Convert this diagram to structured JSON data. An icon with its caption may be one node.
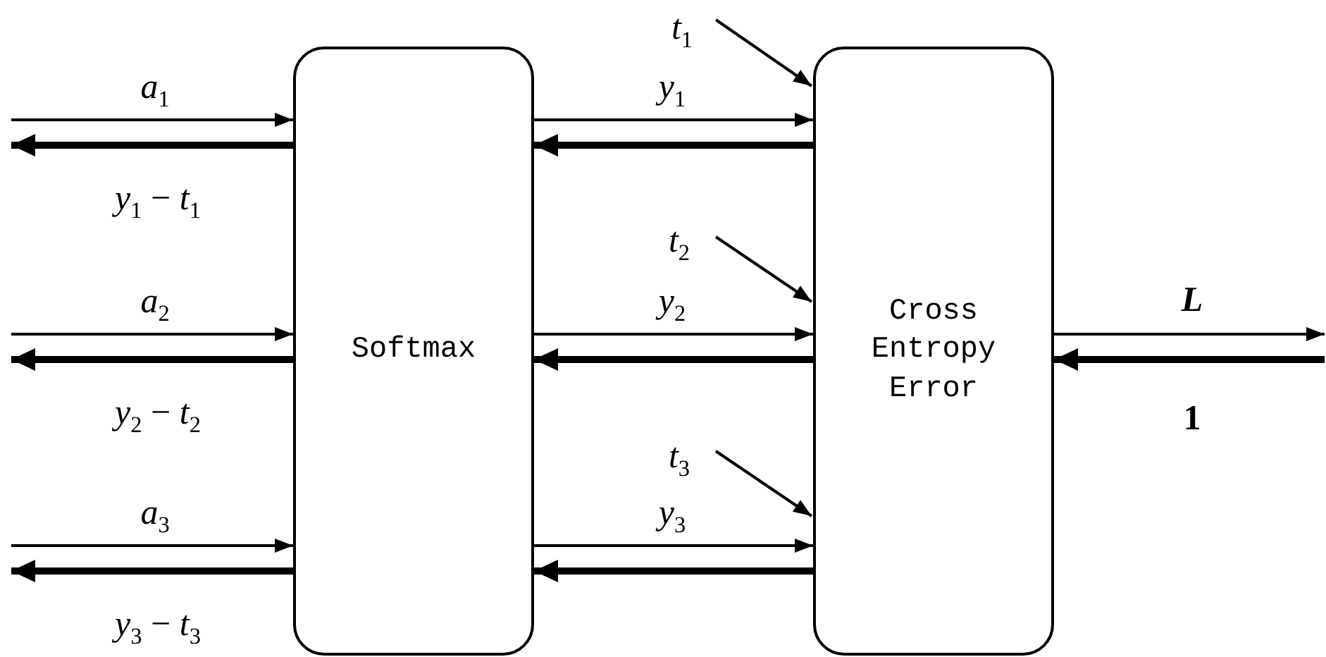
{
  "diagram": {
    "nodes": [
      {
        "text": [
          "Softmax"
        ]
      },
      {
        "text": [
          "Cross Entropy Error"
        ]
      }
    ],
    "edges": [
      {
        "from": null,
        "to": 0,
        "arrow": "to",
        "label": "*a*$_{1}$"
      },
      {
        "from": 0,
        "to": null,
        "arrow": "to",
        "style": "thick",
        "label": "*y*$_{1}$ − *t*$_{1}$"
      },
      {
        "from": null,
        "to": 0,
        "arrow": "to",
        "label": "*a*$_{2}$"
      },
      {
        "from": 0,
        "to": null,
        "arrow": "to",
        "style": "thick",
        "label": "*y*$_{2}$ − *t*$_{2}$"
      },
      {
        "from": null,
        "to": 0,
        "arrow": "to",
        "label": "*a*$_{3}$"
      },
      {
        "from": 0,
        "to": null,
        "arrow": "to",
        "style": "thick",
        "label": "*y*$_{3}$ − *t*$_{3}$"
      },
      {
        "from": 0,
        "to": 1,
        "arrow": "to",
        "label": "*y*$_{1}$"
      },
      {
        "from": 1,
        "to": 0,
        "arrow": "to",
        "style": "thick"
      },
      {
        "from": 0,
        "to": 1,
        "arrow": "to",
        "label": "*y*$_{2}$"
      },
      {
        "from": 1,
        "to": 0,
        "arrow": "to",
        "style": "thick"
      },
      {
        "from": 0,
        "to": 1,
        "arrow": "to",
        "label": "*y*$_{3}$"
      },
      {
        "from": 1,
        "to": 0,
        "arrow": "to",
        "style": "thick"
      },
      {
        "from": null,
        "to": 1,
        "arrow": "to",
        "label": "*t*$_{1}$"
      },
      {
        "from": null,
        "to": 1,
        "arrow": "to",
        "label": "*t*$_{2}$"
      },
      {
        "from": null,
        "to": 1,
        "arrow": "to",
        "label": "*t*$_{3}$"
      },
      {
        "from": 1,
        "to": null,
        "arrow": "to",
        "label": "*L*"
      },
      {
        "from": null,
        "to": 1,
        "arrow": "to",
        "style": "thick",
        "label": "1"
      }
    ]
  }
}
